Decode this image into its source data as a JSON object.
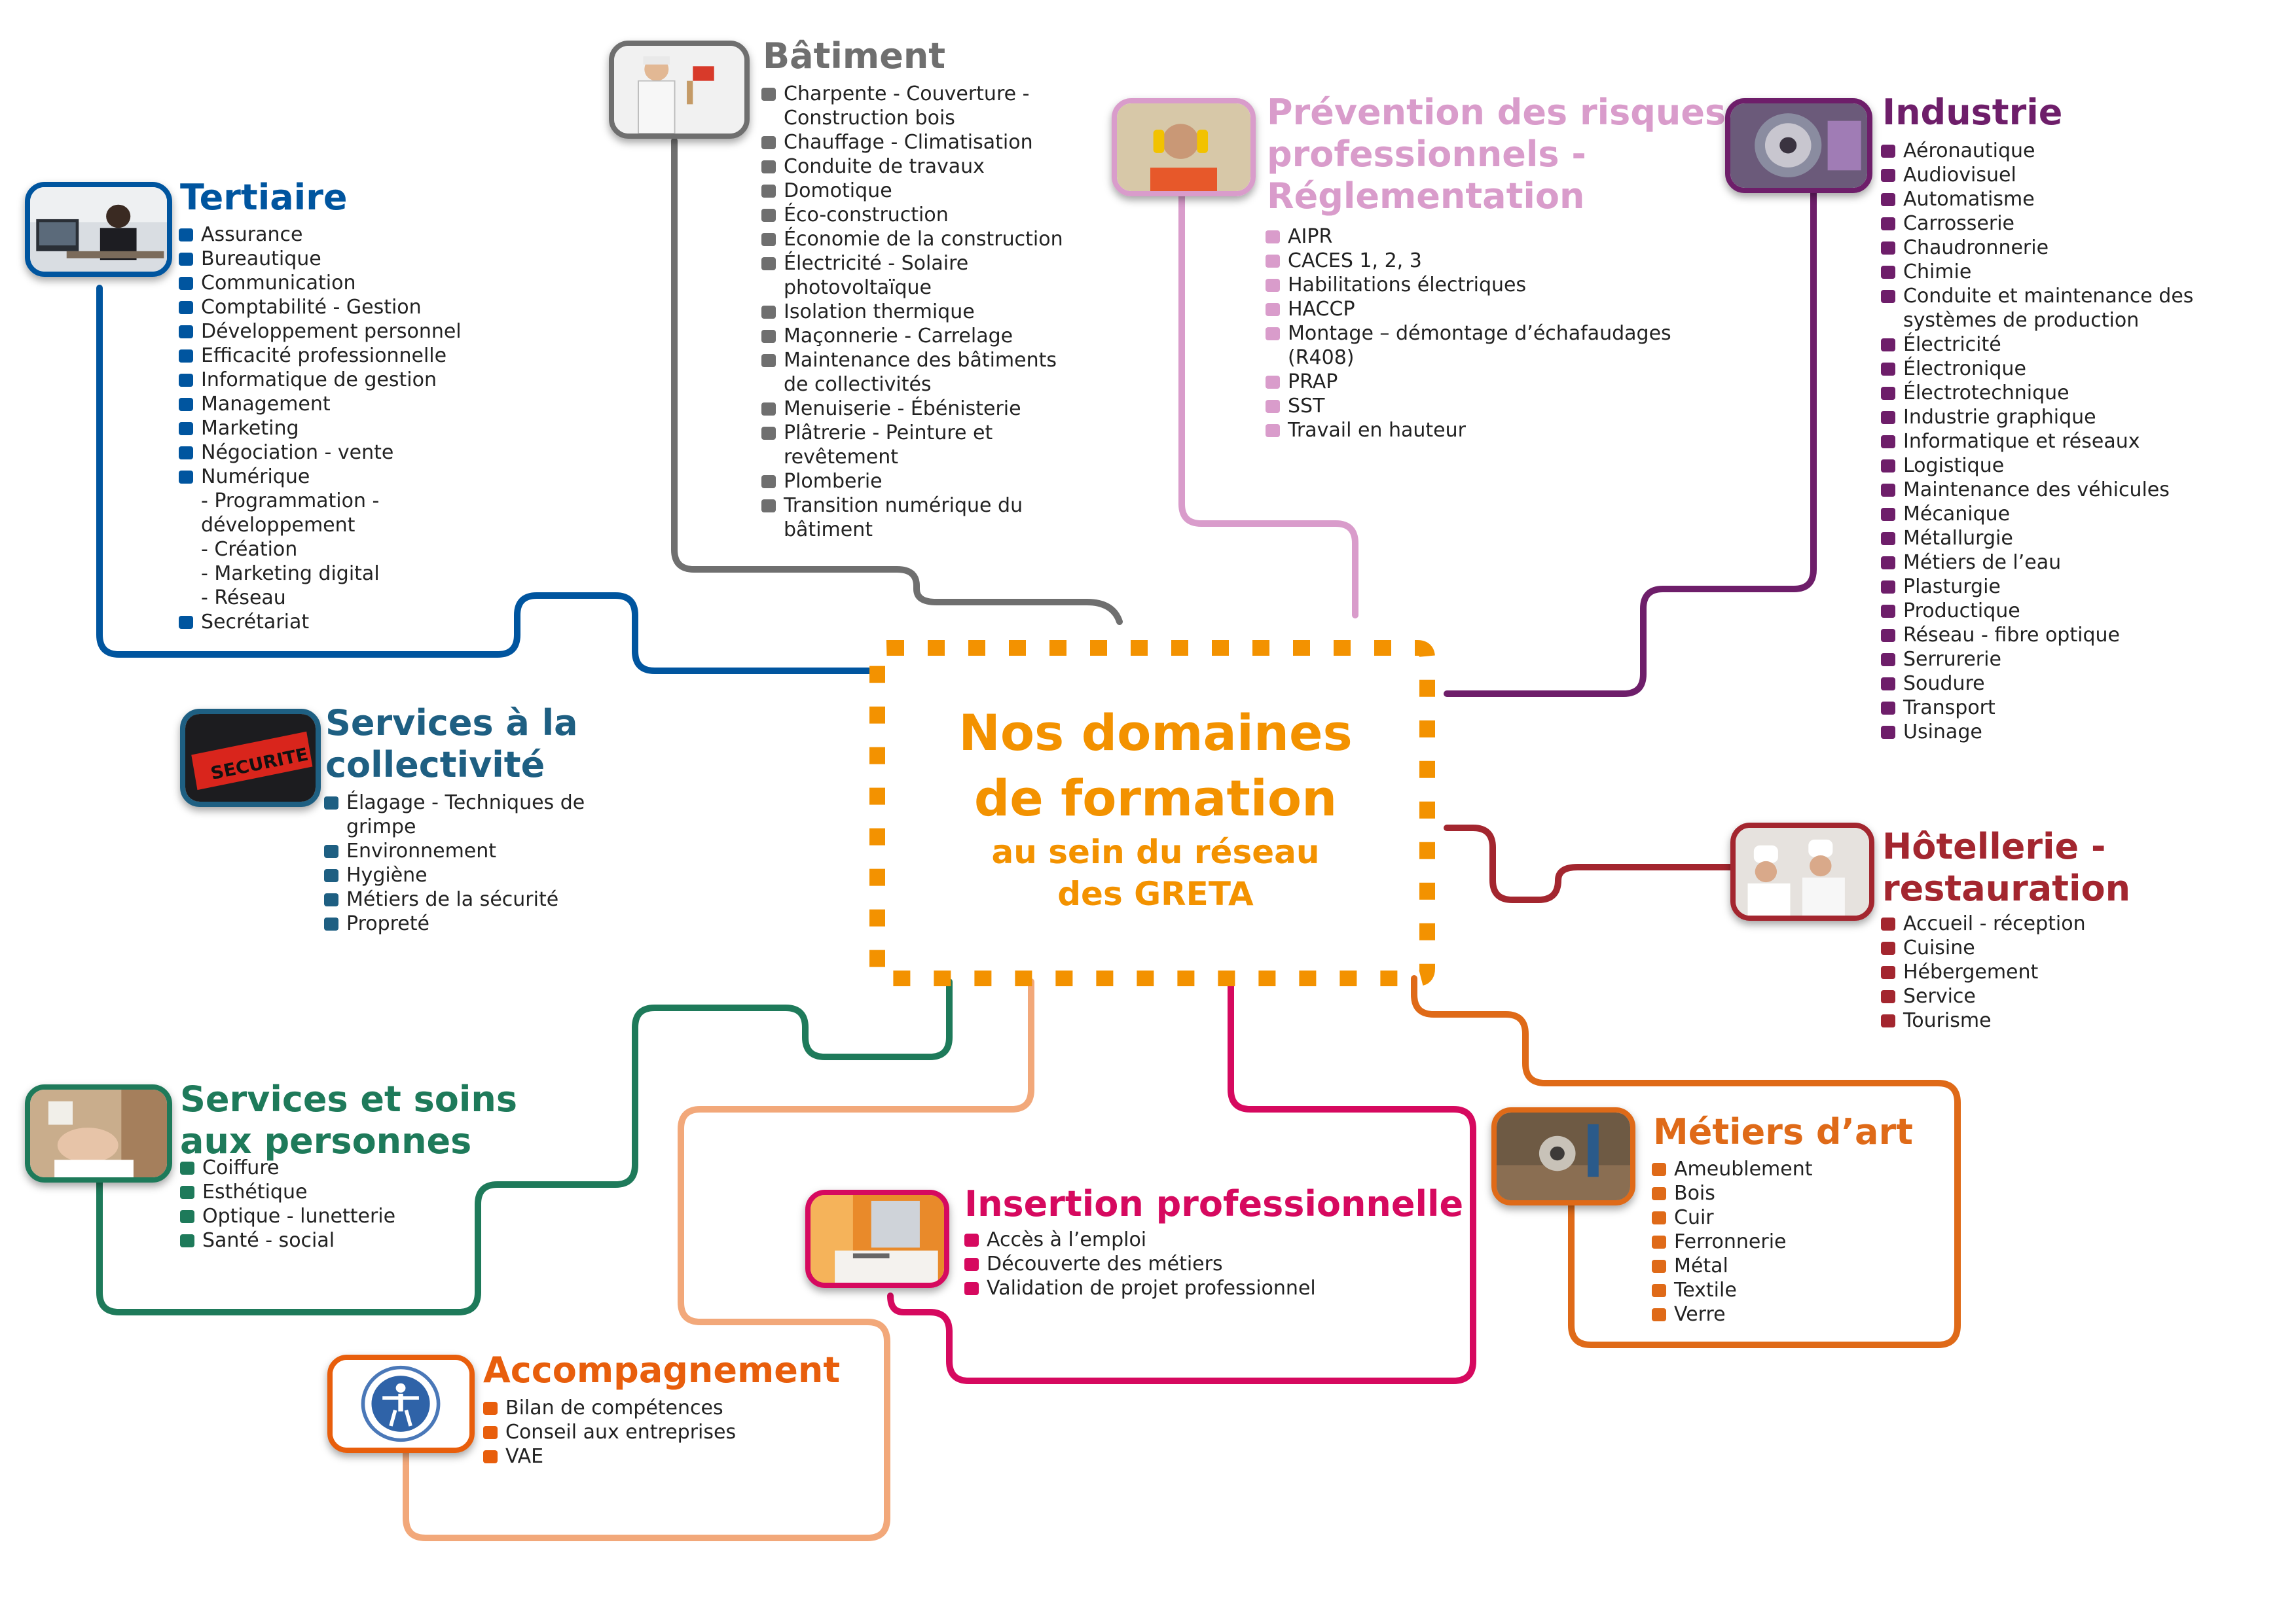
{
  "colors": {
    "center": "#f39200",
    "tertiaire": "#00559f",
    "batiment": "#6f6f6f",
    "prevention": "#d99ccb",
    "industrie": "#6e1e6a",
    "services_collectivite": "#1e5f82",
    "hotellerie": "#a3262f",
    "services_soins": "#1e7a5a",
    "metiers_art": "#df6a18",
    "insertion": "#d6095f",
    "accompagnement": "#e85e0c"
  },
  "center": {
    "title_line1": "Nos domaines",
    "title_line2": "de formation",
    "subtitle_line1": "au sein du réseau",
    "subtitle_line2": "des GRETA"
  },
  "domains": {
    "tertiaire": {
      "title": "Tertiaire",
      "icon": "office-worker-photo",
      "items": [
        "Assurance",
        "Bureautique",
        "Communication",
        "Comptabilité - Gestion",
        "Développement personnel",
        "Efficacité professionnelle",
        "Informatique de gestion",
        "Management",
        "Marketing",
        "Négociation - vente",
        "Numérique",
        "- Programmation -",
        "développement",
        "- Création",
        "- Marketing digital",
        "- Réseau",
        "Secrétariat"
      ]
    },
    "batiment": {
      "title": "Bâtiment",
      "icon": "painter-photo",
      "items": [
        "Charpente - Couverture -",
        "Construction bois",
        "Chauffage - Climatisation",
        "Conduite de travaux",
        "Domotique",
        "Éco-construction",
        "Économie de la construction",
        "Électricité - Solaire",
        "photovoltaïque",
        "Isolation thermique",
        "Maçonnerie - Carrelage",
        "Maintenance des bâtiments",
        "de collectivités",
        "Menuiserie - Ébénisterie",
        "Plâtrerie - Peinture et",
        "revêtement",
        "Plomberie",
        "Transition numérique du",
        "bâtiment"
      ]
    },
    "prevention": {
      "title_line1": "Prévention des risques",
      "title_line2": "professionnels -",
      "title_line3": "Réglementation",
      "icon": "worker-with-ear-protection-photo",
      "items": [
        "AIPR",
        "CACES 1, 2, 3",
        "Habilitations électriques",
        "HACCP",
        "Montage – démontage d’échafaudages",
        "(R408)",
        "PRAP",
        "SST",
        "Travail en hauteur"
      ]
    },
    "industrie": {
      "title": "Industrie",
      "icon": "turbine-photo",
      "items": [
        "Aéronautique",
        "Audiovisuel",
        "Automatisme",
        "Carrosserie",
        "Chaudronnerie",
        "Chimie",
        "Conduite et maintenance des",
        "systèmes de production",
        "Électricité",
        "Électronique",
        "Électrotechnique",
        "Industrie graphique",
        "Informatique et réseaux",
        "Logistique",
        "Maintenance des véhicules",
        "Mécanique",
        "Métallurgie",
        "Métiers de l’eau",
        "Plasturgie",
        "Productique",
        "Réseau - fibre optique",
        "Serrurerie",
        "Soudure",
        "Transport",
        "Usinage"
      ]
    },
    "services_collectivite": {
      "title_line1": "Services à la",
      "title_line2": "collectivité",
      "icon": "security-armband-photo",
      "items": [
        "Élagage - Techniques de",
        "grimpe",
        "Environnement",
        "Hygiène",
        "Métiers de la sécurité",
        "Propreté"
      ]
    },
    "hotellerie": {
      "title_line1": "Hôtellerie -",
      "title_line2": "restauration",
      "icon": "chefs-photo",
      "items": [
        "Accueil - réception",
        "Cuisine",
        "Hébergement",
        "Service",
        "Tourisme"
      ]
    },
    "services_soins": {
      "title_line1": "Services et soins",
      "title_line2": "aux personnes",
      "icon": "beauty-care-photo",
      "items": [
        "Coiffure",
        "Esthétique",
        "Optique - lunetterie",
        "Santé - social"
      ]
    },
    "metiers_art": {
      "title": "Métiers d’art",
      "icon": "craftsman-photo",
      "items": [
        "Ameublement",
        "Bois",
        "Cuir",
        "Ferronnerie",
        "Métal",
        "Textile",
        "Verre"
      ]
    },
    "insertion": {
      "title": "Insertion professionnelle",
      "icon": "writing-desk-photo",
      "items": [
        "Accès à l’emploi",
        "Découverte des métiers",
        "Validation de projet professionnel"
      ]
    },
    "accompagnement": {
      "title": "Accompagnement",
      "icon": "human-figure-circle-icon",
      "items": [
        "Bilan de compétences",
        "Conseil aux entreprises",
        "VAE"
      ]
    }
  }
}
